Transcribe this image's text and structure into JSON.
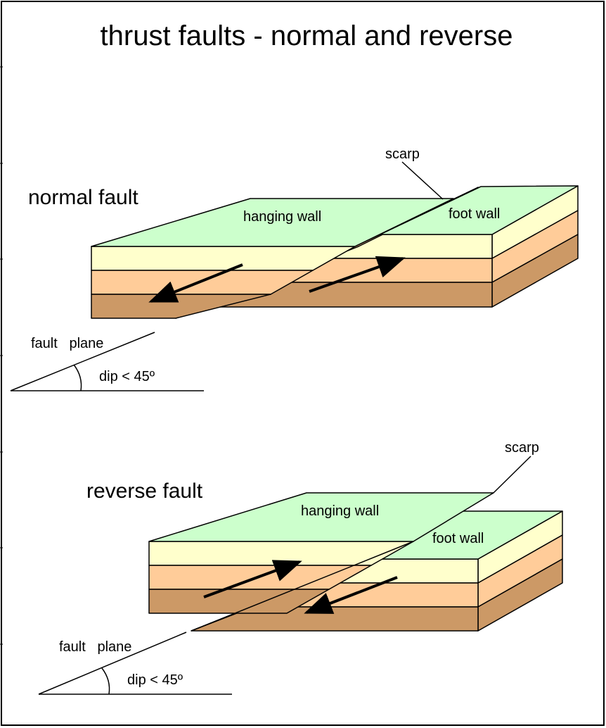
{
  "title": "thrust faults - normal and reverse",
  "normal": {
    "heading": "normal fault",
    "scarp": "scarp",
    "hanging_wall": "hanging wall",
    "foot_wall": "foot wall",
    "fault_plane": "fault   plane",
    "dip": "dip < 45º"
  },
  "reverse": {
    "heading": "reverse fault",
    "scarp": "scarp",
    "hanging_wall": "hanging wall",
    "foot_wall": "foot wall",
    "fault_plane": "fault   plane",
    "dip": "dip < 45º"
  },
  "colors": {
    "top_surface": "#ccffcc",
    "layer_1": "#ffffcc",
    "layer_2": "#ffcc99",
    "layer_3": "#cc9966",
    "outline": "#000000"
  }
}
